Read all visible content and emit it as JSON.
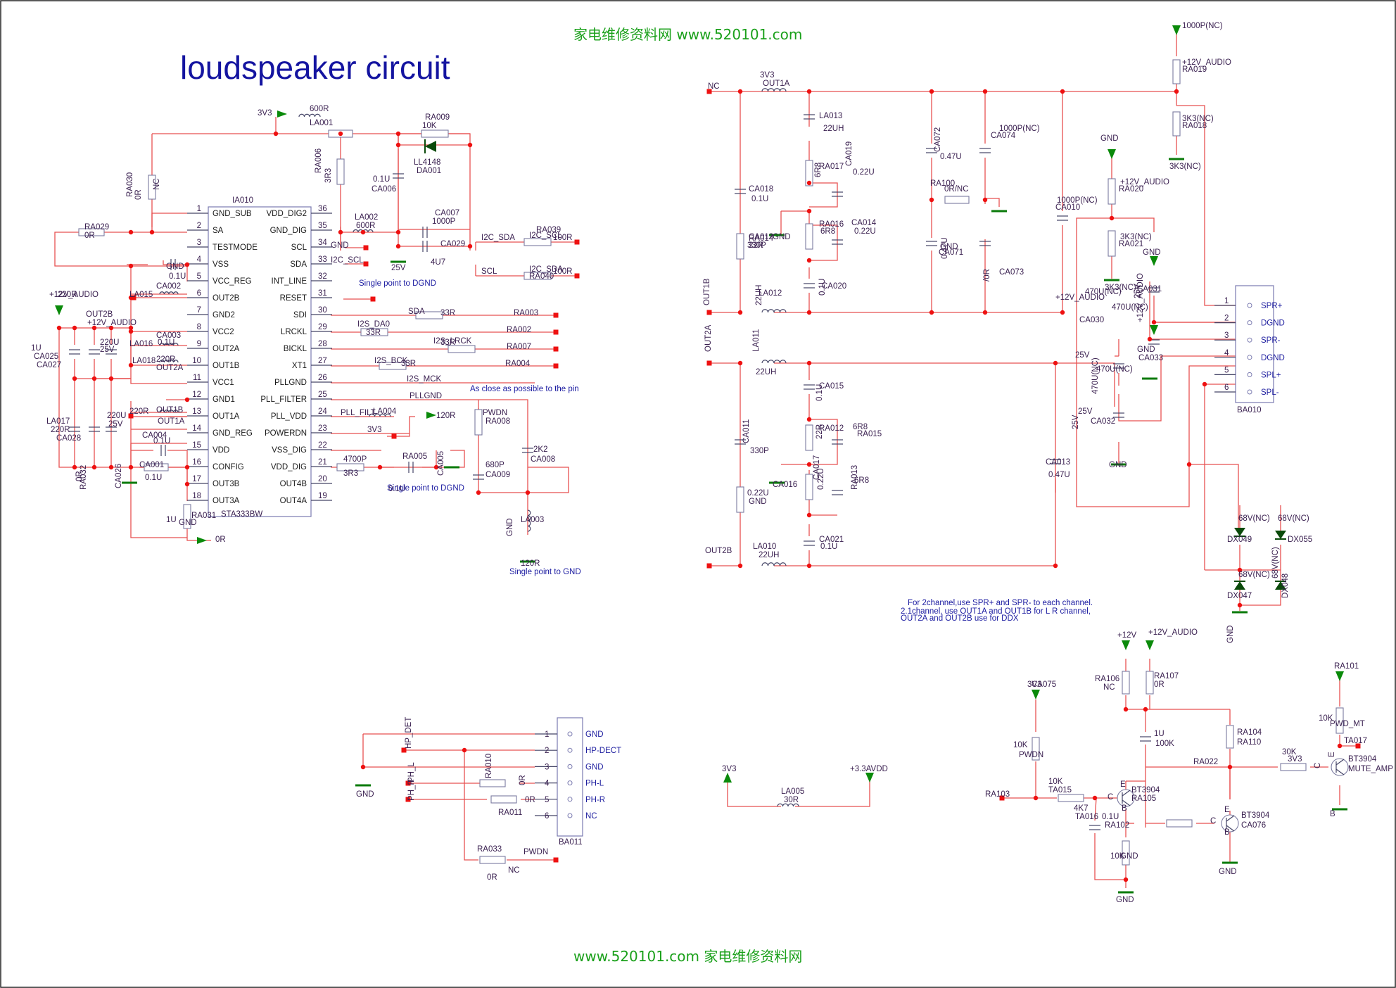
{
  "title": "loudspeaker circuit",
  "watermark_top": "家电维修资料网    www.520101.com",
  "watermark_bottom": "www.520101.com  家电维修资料网",
  "colors": {
    "wire": "#e85050",
    "component": "#444466",
    "ground": "#0a7a0a",
    "node": "#ee1111",
    "title": "#1414a0",
    "note": "#1a1aa0",
    "watermark": "#1aa01a"
  },
  "ic": {
    "ref": "IA010",
    "part": "STA333BW",
    "left_pins": [
      {
        "num": "1",
        "name": "GND_SUB"
      },
      {
        "num": "2",
        "name": "SA"
      },
      {
        "num": "3",
        "name": "TESTMODE"
      },
      {
        "num": "4",
        "name": "VSS"
      },
      {
        "num": "5",
        "name": "VCC_REG"
      },
      {
        "num": "6",
        "name": "OUT2B"
      },
      {
        "num": "7",
        "name": "GND2"
      },
      {
        "num": "8",
        "name": "VCC2"
      },
      {
        "num": "9",
        "name": "OUT2A"
      },
      {
        "num": "10",
        "name": "OUT1B"
      },
      {
        "num": "11",
        "name": "VCC1"
      },
      {
        "num": "12",
        "name": "GND1"
      },
      {
        "num": "13",
        "name": "OUT1A"
      },
      {
        "num": "14",
        "name": "GND_REG"
      },
      {
        "num": "15",
        "name": "VDD"
      },
      {
        "num": "16",
        "name": "CONFIG"
      },
      {
        "num": "17",
        "name": "OUT3B"
      },
      {
        "num": "18",
        "name": "OUT3A"
      }
    ],
    "right_pins": [
      {
        "num": "36",
        "name": "VDD_DIG2"
      },
      {
        "num": "35",
        "name": "GND_DIG"
      },
      {
        "num": "34",
        "name": "SCL"
      },
      {
        "num": "33",
        "name": "SDA"
      },
      {
        "num": "32",
        "name": "INT_LINE"
      },
      {
        "num": "31",
        "name": "RESET"
      },
      {
        "num": "30",
        "name": "SDI"
      },
      {
        "num": "29",
        "name": "LRCKL"
      },
      {
        "num": "28",
        "name": "BICKL"
      },
      {
        "num": "27",
        "name": "XT1"
      },
      {
        "num": "26",
        "name": "PLLGND"
      },
      {
        "num": "25",
        "name": "PLL_FILTER"
      },
      {
        "num": "24",
        "name": "PLL_VDD"
      },
      {
        "num": "23",
        "name": "POWERDN"
      },
      {
        "num": "22",
        "name": "VSS_DIG"
      },
      {
        "num": "21",
        "name": "VDD_DIG"
      },
      {
        "num": "20",
        "name": "OUT4B"
      },
      {
        "num": "19",
        "name": "OUT4A"
      }
    ]
  },
  "ba010": {
    "ref": "BA010",
    "pins": [
      {
        "num": "1",
        "name": "SPR+"
      },
      {
        "num": "2",
        "name": "DGND"
      },
      {
        "num": "3",
        "name": "SPR-"
      },
      {
        "num": "4",
        "name": "DGND"
      },
      {
        "num": "5",
        "name": "SPL+"
      },
      {
        "num": "6",
        "name": "SPL-"
      }
    ]
  },
  "ba011": {
    "ref": "BA011",
    "pins": [
      {
        "num": "1",
        "name": "GND"
      },
      {
        "num": "2",
        "name": "HP-DECT"
      },
      {
        "num": "3",
        "name": "GND"
      },
      {
        "num": "4",
        "name": "PH-L"
      },
      {
        "num": "5",
        "name": "PH-R"
      },
      {
        "num": "6",
        "name": "NC"
      }
    ]
  },
  "notes": {
    "single_dgnd_1": "Single point to DGND",
    "single_dgnd_2": "Single point to DGND",
    "single_gnd": "Single point to GND",
    "close_pin": "As close as possible to the pin",
    "ch_line1": "For 2channel,use SPR+ and SPR- to each channel.",
    "ch_line2": "2.1channel, use OUT1A and OUT1B for L R channel,",
    "ch_line3": "OUT2A and OUT2B use for DDX"
  },
  "labels": [
    {
      "t": "+12V_AUDIO"
    },
    {
      "t": "3V3"
    },
    {
      "t": "600R"
    },
    {
      "t": "LA001"
    },
    {
      "t": "RA009"
    },
    {
      "t": "10K"
    },
    {
      "t": "LL4148"
    },
    {
      "t": "DA001"
    },
    {
      "t": "RA006"
    },
    {
      "t": "3R3"
    },
    {
      "t": "0.1U"
    },
    {
      "t": "CA006"
    },
    {
      "t": "RA030"
    },
    {
      "t": "0R"
    },
    {
      "t": "NC"
    },
    {
      "t": "RA029"
    },
    {
      "t": "0R"
    },
    {
      "t": "LA002"
    },
    {
      "t": "600R"
    },
    {
      "t": "CA007"
    },
    {
      "t": "1000P"
    },
    {
      "t": "CA029"
    },
    {
      "t": "4U7"
    },
    {
      "t": "25V"
    },
    {
      "t": "GND"
    },
    {
      "t": "I2C_SCL"
    },
    {
      "t": "I2C_SDA"
    },
    {
      "t": "I2C_SCL"
    },
    {
      "t": "RA039"
    },
    {
      "t": "100R"
    },
    {
      "t": "SCL"
    },
    {
      "t": "I2C_SDA"
    },
    {
      "t": "RA040"
    },
    {
      "t": "100R"
    },
    {
      "t": "SDA"
    },
    {
      "t": "33R"
    },
    {
      "t": "RA003"
    },
    {
      "t": "I2S_DA0"
    },
    {
      "t": "33R"
    },
    {
      "t": "RA002"
    },
    {
      "t": "I2S_LRCK"
    },
    {
      "t": "33R"
    },
    {
      "t": "RA007"
    },
    {
      "t": "I2S_BCK"
    },
    {
      "t": "33R"
    },
    {
      "t": "RA004"
    },
    {
      "t": "I2S_MCK"
    },
    {
      "t": "PLLGND"
    },
    {
      "t": "PLL_FILT"
    },
    {
      "t": "LA004"
    },
    {
      "t": "120R"
    },
    {
      "t": "3V3"
    },
    {
      "t": "PWDN"
    },
    {
      "t": "RA008"
    },
    {
      "t": "2K2"
    },
    {
      "t": "CA008"
    },
    {
      "t": "680P"
    },
    {
      "t": "CA009"
    },
    {
      "t": "4700P"
    },
    {
      "t": "3R3"
    },
    {
      "t": "RA005"
    },
    {
      "t": "0.1U"
    },
    {
      "t": "CA005"
    },
    {
      "t": "GND"
    },
    {
      "t": "LA003"
    },
    {
      "t": "120R"
    },
    {
      "t": "GND"
    },
    {
      "t": "0.1U"
    },
    {
      "t": "CA002"
    },
    {
      "t": "LA015"
    },
    {
      "t": "220R"
    },
    {
      "t": "OUT2B"
    },
    {
      "t": "+12V_AUDIO"
    },
    {
      "t": "1U"
    },
    {
      "t": "CA025"
    },
    {
      "t": "CA027"
    },
    {
      "t": "220U"
    },
    {
      "t": "25V"
    },
    {
      "t": "CA003"
    },
    {
      "t": "0.1U"
    },
    {
      "t": "LA016"
    },
    {
      "t": "220R"
    },
    {
      "t": "OUT2A"
    },
    {
      "t": "LA018"
    },
    {
      "t": "220R"
    },
    {
      "t": "OUT1B"
    },
    {
      "t": "OUT1A"
    },
    {
      "t": "LA017"
    },
    {
      "t": "220R"
    },
    {
      "t": "CA028"
    },
    {
      "t": "220U"
    },
    {
      "t": "25V"
    },
    {
      "t": "CA004"
    },
    {
      "t": "0.1U"
    },
    {
      "t": "CA001"
    },
    {
      "t": "0.1U"
    },
    {
      "t": "0R"
    },
    {
      "t": "RA032"
    },
    {
      "t": "CA026"
    },
    {
      "t": "1U"
    },
    {
      "t": "GND"
    },
    {
      "t": "RA031"
    },
    {
      "t": "0R"
    },
    {
      "t": "NC"
    },
    {
      "t": "3V3"
    },
    {
      "t": "OUT1A"
    },
    {
      "t": "LA013"
    },
    {
      "t": "22UH"
    },
    {
      "t": "CA018"
    },
    {
      "t": "0.1U"
    },
    {
      "t": "CA012"
    },
    {
      "t": "330P"
    },
    {
      "t": "RA017"
    },
    {
      "t": "6R8"
    },
    {
      "t": "CA019"
    },
    {
      "t": "0.22U"
    },
    {
      "t": "RA014"
    },
    {
      "t": "22R"
    },
    {
      "t": "GND"
    },
    {
      "t": "RA016"
    },
    {
      "t": "6R8"
    },
    {
      "t": "CA014"
    },
    {
      "t": "0.22U"
    },
    {
      "t": "CA020"
    },
    {
      "t": "0.1U"
    },
    {
      "t": "OUT1B"
    },
    {
      "t": "LA012"
    },
    {
      "t": "22UH"
    },
    {
      "t": "CA072"
    },
    {
      "t": "0.47U"
    },
    {
      "t": "CA074"
    },
    {
      "t": "1000P(NC)"
    },
    {
      "t": "RA100"
    },
    {
      "t": "0R/NC"
    },
    {
      "t": "GND"
    },
    {
      "t": "CA071"
    },
    {
      "t": "0.47U"
    },
    {
      "t": "/0R"
    },
    {
      "t": "CA073"
    },
    {
      "t": "1000P(NC)"
    },
    {
      "t": "CA010"
    },
    {
      "t": "1000P(NC)"
    },
    {
      "t": "+12V_AUDIO"
    },
    {
      "t": "RA019"
    },
    {
      "t": "3K3(NC)"
    },
    {
      "t": "RA018"
    },
    {
      "t": "3K3(NC)"
    },
    {
      "t": "GND"
    },
    {
      "t": "+12V_AUDIO"
    },
    {
      "t": "RA020"
    },
    {
      "t": "3K3(NC)"
    },
    {
      "t": "RA021"
    },
    {
      "t": "3K3(NC)"
    },
    {
      "t": "GND"
    },
    {
      "t": "+12V_AUDIO"
    },
    {
      "t": "470U(NC)"
    },
    {
      "t": "CA031"
    },
    {
      "t": "25V"
    },
    {
      "t": "+12V_AUDIO"
    },
    {
      "t": "470U(NC)"
    },
    {
      "t": "CA030"
    },
    {
      "t": "25V"
    },
    {
      "t": "GND"
    },
    {
      "t": "CA033"
    },
    {
      "t": "470U(NC)"
    },
    {
      "t": "25V"
    },
    {
      "t": "CA032"
    },
    {
      "t": "470U(NC)"
    },
    {
      "t": "25V"
    },
    {
      "t": "GND"
    },
    {
      "t": "OUT2A"
    },
    {
      "t": "LA011"
    },
    {
      "t": "22UH"
    },
    {
      "t": "CA015"
    },
    {
      "t": "0.1U"
    },
    {
      "t": "CA011"
    },
    {
      "t": "330P"
    },
    {
      "t": "RA015"
    },
    {
      "t": "6R8"
    },
    {
      "t": "CA016"
    },
    {
      "t": "0.22U"
    },
    {
      "t": "GND"
    },
    {
      "t": "RA012"
    },
    {
      "t": "22R"
    },
    {
      "t": "RA013"
    },
    {
      "t": "6R8"
    },
    {
      "t": "CA017"
    },
    {
      "t": "0.22U"
    },
    {
      "t": "CA021"
    },
    {
      "t": "0.1U"
    },
    {
      "t": "OUT2B"
    },
    {
      "t": "LA010"
    },
    {
      "t": "22UH"
    },
    {
      "t": "CA013"
    },
    {
      "t": "0.47U"
    },
    {
      "t": "DX049"
    },
    {
      "t": "68V(NC)"
    },
    {
      "t": "DX055"
    },
    {
      "t": "68V(NC)"
    },
    {
      "t": "DX047"
    },
    {
      "t": "68V(NC)"
    },
    {
      "t": "DX048"
    },
    {
      "t": "68V(NC)"
    },
    {
      "t": "GND"
    },
    {
      "t": "HP_DET"
    },
    {
      "t": "PH_L"
    },
    {
      "t": "RA010"
    },
    {
      "t": "0R"
    },
    {
      "t": "PH_R"
    },
    {
      "t": "RA011"
    },
    {
      "t": "0R"
    },
    {
      "t": "GND"
    },
    {
      "t": "RA033"
    },
    {
      "t": "PWDN"
    },
    {
      "t": "NC"
    },
    {
      "t": "0R"
    },
    {
      "t": "3V3"
    },
    {
      "t": "+3.3AVDD"
    },
    {
      "t": "LA005"
    },
    {
      "t": "30R"
    },
    {
      "t": "+12V"
    },
    {
      "t": "+12V_AUDIO"
    },
    {
      "t": "RA106"
    },
    {
      "t": "NC"
    },
    {
      "t": "RA107"
    },
    {
      "t": "0R"
    },
    {
      "t": "3V3"
    },
    {
      "t": "CA075"
    },
    {
      "t": "1U"
    },
    {
      "t": "100K"
    },
    {
      "t": "RA104"
    },
    {
      "t": "RA110"
    },
    {
      "t": "10K"
    },
    {
      "t": "PWDN"
    },
    {
      "t": "RA022"
    },
    {
      "t": "30K"
    },
    {
      "t": "3V3"
    },
    {
      "t": "RA101"
    },
    {
      "t": "10K"
    },
    {
      "t": "PWD_MT"
    },
    {
      "t": "TA017"
    },
    {
      "t": "BT3904"
    },
    {
      "t": "MUTE_AMP"
    },
    {
      "t": "RA103"
    },
    {
      "t": "10K"
    },
    {
      "t": "TA015"
    },
    {
      "t": "BT3904"
    },
    {
      "t": "RA105"
    },
    {
      "t": "4K7"
    },
    {
      "t": "TA016"
    },
    {
      "t": "BT3904"
    },
    {
      "t": "CA076"
    },
    {
      "t": "0.1U"
    },
    {
      "t": "RA102"
    },
    {
      "t": "10K"
    },
    {
      "t": "GND"
    },
    {
      "t": "GND"
    },
    {
      "t": "GND"
    },
    {
      "t": "B"
    },
    {
      "t": "C"
    },
    {
      "t": "E"
    },
    {
      "t": "B"
    },
    {
      "t": "C"
    },
    {
      "t": "E"
    },
    {
      "t": "B"
    },
    {
      "t": "C"
    },
    {
      "t": "E"
    }
  ]
}
